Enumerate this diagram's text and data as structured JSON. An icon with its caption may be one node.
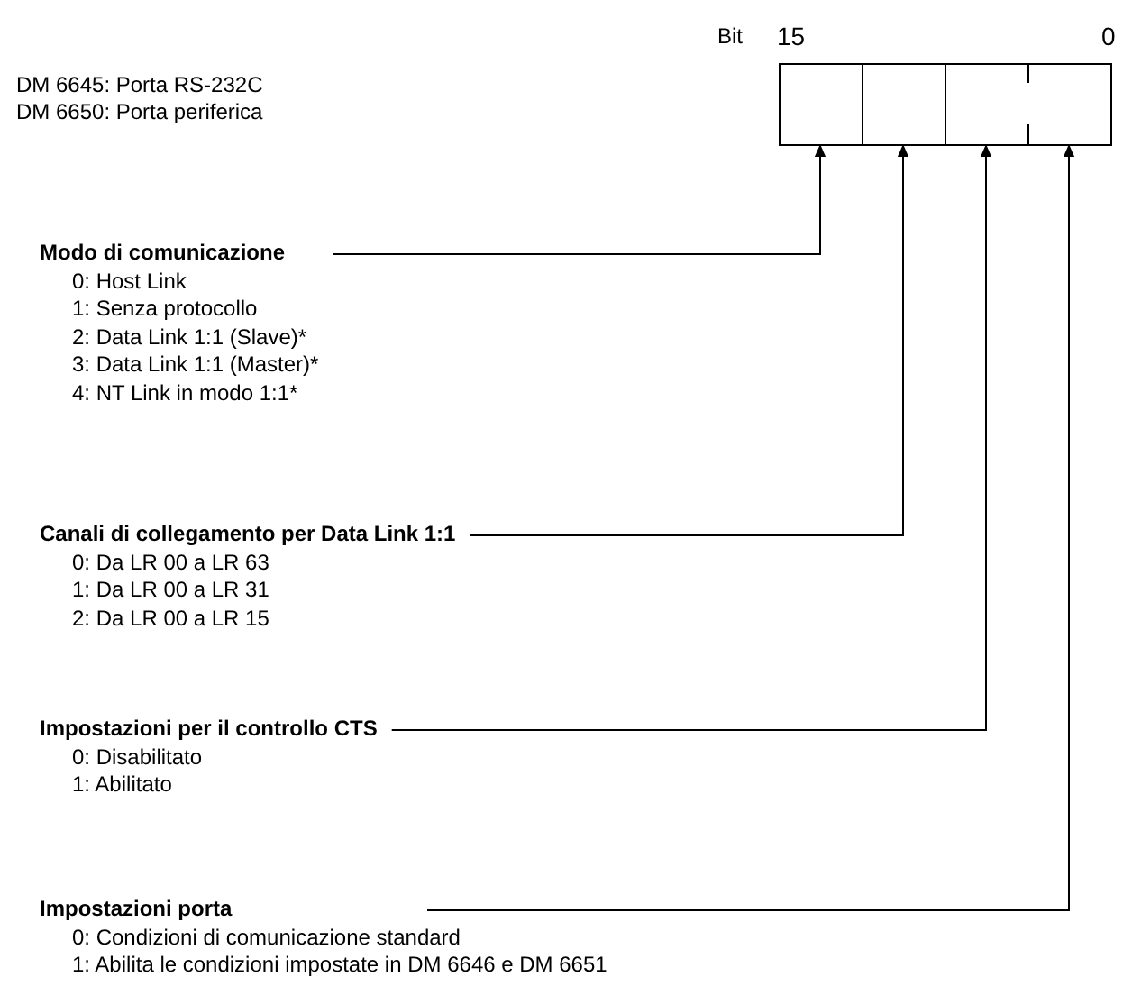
{
  "diagram": {
    "nodes": [
      {
        "text": [],
        "shape": "box"
      },
      {
        "text": [],
        "shape": "box"
      },
      {
        "text": [],
        "shape": "box"
      },
      {
        "text": [],
        "shape": "box"
      },
      {
        "text": [
          "Modo di comunicazione",
          "0: Host Link",
          "1: Senza protocollo",
          "2: Data Link 1:1 (Slave)*",
          "3: Data Link 1:1 (Master)*",
          "4: NT Link in modo 1:1*"
        ]
      },
      {
        "text": [
          "Canali di collegamento per Data Link 1:1",
          "0: Da LR 00 a LR 63",
          "1: Da LR 00 a LR 31",
          "2: Da LR 00 a LR 15"
        ]
      },
      {
        "text": [
          "Impostazioni per il controllo CTS",
          "0: Disabilitato",
          "1: Abilitato"
        ]
      },
      {
        "text": [
          "Impostazioni porta",
          "0: Condizioni di comunicazione standard",
          "1: Abilita le condizioni impostate in DM 6646 e DM 6651"
        ]
      }
    ],
    "edges": [
      {
        "from": 4,
        "to": 0,
        "arrow": "to"
      },
      {
        "from": 5,
        "to": 1,
        "arrow": "to"
      },
      {
        "from": 6,
        "to": 2,
        "arrow": "to"
      },
      {
        "from": 7,
        "to": 3,
        "arrow": "to"
      }
    ],
    "labels": [
      "Bit",
      "15",
      "0",
      "DM 6645: Porta RS-232C",
      "DM 6650: Porta periferica"
    ]
  }
}
